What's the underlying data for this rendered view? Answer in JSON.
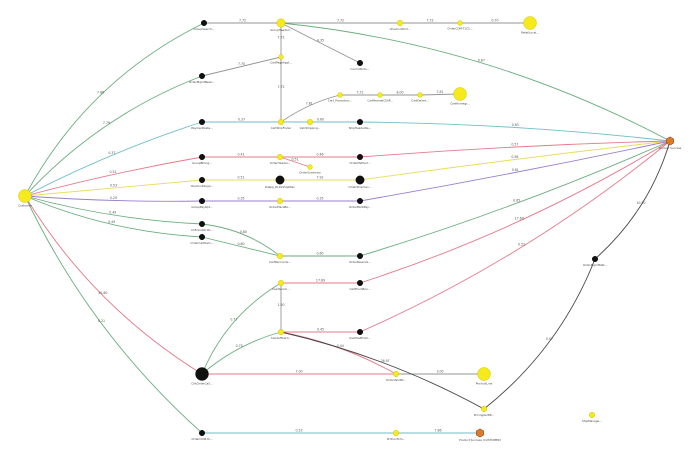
{
  "colors": {
    "green": "#5aa56f",
    "teal": "#62b7c4",
    "red": "#e26a7d",
    "yellow": "#e7d84a",
    "purple": "#8f6fc9",
    "gray": "#8a8a8a",
    "dark": "#333333",
    "node_yellow": "#f5ea1b",
    "node_black": "#111111",
    "node_orange": "#e07a2a"
  },
  "nodes": [
    {
      "id": "root",
      "label": "Customer",
      "shape": "circle",
      "fill": "yellow",
      "size": "large"
    },
    {
      "id": "g1",
      "label": "GroupSearch...",
      "shape": "circle",
      "fill": "black",
      "size": "small"
    },
    {
      "id": "g2",
      "label": "GroupHeader(..",
      "shape": "circle",
      "fill": "yellow",
      "size": "medium"
    },
    {
      "id": "g3",
      "label": "CheckoutOrd...",
      "shape": "circle",
      "fill": "yellow",
      "size": "small"
    },
    {
      "id": "g4",
      "label": "OrderCOM-T1CS...",
      "shape": "circle",
      "fill": "yellow",
      "size": "tiny"
    },
    {
      "id": "g5",
      "label": "RetailLocal...",
      "shape": "circle",
      "fill": "yellow",
      "size": "large"
    },
    {
      "id": "g6",
      "label": "CommitInfo...",
      "shape": "circle",
      "fill": "black",
      "size": "small"
    },
    {
      "id": "g7",
      "label": "OrderMgmtNewc...",
      "shape": "circle",
      "fill": "black",
      "size": "small"
    },
    {
      "id": "g8",
      "label": "CartPageAppl...",
      "shape": "circle",
      "fill": "yellow",
      "size": "tiny"
    },
    {
      "id": "g9",
      "label": "CartShipFinder",
      "shape": "circle",
      "fill": "yellow",
      "size": "small"
    },
    {
      "id": "g10",
      "label": "Cart_Promotion...",
      "shape": "circle",
      "fill": "yellow",
      "size": "tiny"
    },
    {
      "id": "g11",
      "label": "CartReviewCSSP...",
      "shape": "circle",
      "fill": "yellow",
      "size": "tiny"
    },
    {
      "id": "g12",
      "label": "CartDelive...",
      "shape": "circle",
      "fill": "yellow",
      "size": "tiny"
    },
    {
      "id": "g13",
      "label": "CartHomegr...",
      "shape": "circle",
      "fill": "yellow",
      "size": "large"
    },
    {
      "id": "g14",
      "label": "PaymentGate...",
      "shape": "circle",
      "fill": "black",
      "size": "small"
    },
    {
      "id": "g15",
      "label": "CalcShipping...",
      "shape": "circle",
      "fill": "yellow",
      "size": "small"
    },
    {
      "id": "g16",
      "label": "ShipHeaderRe...",
      "shape": "circle",
      "fill": "black",
      "size": "small"
    },
    {
      "id": "r1",
      "label": "GroupBilling...",
      "shape": "circle",
      "fill": "black",
      "size": "small"
    },
    {
      "id": "r2",
      "label": "OrderHeader...",
      "shape": "circle",
      "fill": "yellow",
      "size": "small"
    },
    {
      "id": "r3",
      "label": "OrderMethod...",
      "shape": "circle",
      "fill": "black",
      "size": "small"
    },
    {
      "id": "r4",
      "label": "OrderSummary",
      "shape": "circle",
      "fill": "yellow",
      "size": "tiny"
    },
    {
      "id": "y1",
      "label": "CheckoutSupp...",
      "shape": "circle",
      "fill": "black",
      "size": "small"
    },
    {
      "id": "y2",
      "label": "Rdapp_RL01ShipMain",
      "shape": "circle",
      "fill": "black",
      "size": "medium"
    },
    {
      "id": "y3",
      "label": "OrderShipmen...",
      "shape": "circle",
      "fill": "black",
      "size": "medium"
    },
    {
      "id": "p1",
      "label": "GroupPayOpt...",
      "shape": "circle",
      "fill": "black",
      "size": "small"
    },
    {
      "id": "p2",
      "label": "OrderPlaceBo...",
      "shape": "circle",
      "fill": "yellow",
      "size": "small"
    },
    {
      "id": "p3",
      "label": "OrderMultiPay...",
      "shape": "circle",
      "fill": "black",
      "size": "small"
    },
    {
      "id": "t1",
      "label": "ChFraudCh1D...",
      "shape": "circle",
      "fill": "black",
      "size": "small"
    },
    {
      "id": "t2",
      "label": "OrderCartItem...",
      "shape": "circle",
      "fill": "black",
      "size": "small"
    },
    {
      "id": "t3",
      "label": "CartReconcile...",
      "shape": "circle",
      "fill": "yellow",
      "size": "small"
    },
    {
      "id": "t4",
      "label": "OrderReserve...",
      "shape": "circle",
      "fill": "black",
      "size": "small"
    },
    {
      "id": "m1",
      "label": "CalcRecalc...",
      "shape": "circle",
      "fill": "yellow",
      "size": "small"
    },
    {
      "id": "m2",
      "label": "CartPromBoo...",
      "shape": "circle",
      "fill": "black",
      "size": "small"
    },
    {
      "id": "m3",
      "label": "CalcGiftCard...",
      "shape": "circle",
      "fill": "yellow",
      "size": "small"
    },
    {
      "id": "m4",
      "label": "CalcPostProm...",
      "shape": "circle",
      "fill": "black",
      "size": "small"
    },
    {
      "id": "m5",
      "label": "OrderMgmtStat...",
      "shape": "circle",
      "fill": "black",
      "size": "small"
    },
    {
      "id": "m6",
      "label": "ChkOrderCaS...",
      "shape": "circle",
      "fill": "black",
      "size": "large"
    },
    {
      "id": "m7",
      "label": "ProductLine",
      "shape": "circle",
      "fill": "yellow",
      "size": "large"
    },
    {
      "id": "m8",
      "label": "OrderValidSt...",
      "shape": "circle",
      "fill": "yellow",
      "size": "small"
    },
    {
      "id": "m9",
      "label": "PricingSerPR...",
      "shape": "circle",
      "fill": "yellow",
      "size": "small"
    },
    {
      "id": "m10",
      "label": "OrderCOM-Ui...",
      "shape": "circle",
      "fill": "black",
      "size": "small"
    },
    {
      "id": "m11",
      "label": "PrdConfirm...",
      "shape": "circle",
      "fill": "yellow",
      "size": "small"
    },
    {
      "id": "iso",
      "label": "ShipManage...",
      "shape": "circle",
      "fill": "yellow",
      "size": "small"
    },
    {
      "id": "end1",
      "label": "Product Success",
      "shape": "hexagon",
      "fill": "orange",
      "size": "medium"
    },
    {
      "id": "end2",
      "label": "Product Success (CUSTOMER)",
      "shape": "hexagon",
      "fill": "orange",
      "size": "medium"
    }
  ],
  "edges": [
    {
      "from": "root",
      "to": "g1",
      "label": "7.86",
      "color": "green"
    },
    {
      "from": "g1",
      "to": "g2",
      "label": "7.72",
      "color": "gray"
    },
    {
      "from": "g2",
      "to": "g3",
      "label": "7.72",
      "color": "gray"
    },
    {
      "from": "g3",
      "to": "g4",
      "label": "7.72",
      "color": "gray"
    },
    {
      "from": "g4",
      "to": "g5",
      "label": "0.70",
      "color": "gray"
    },
    {
      "from": "g2",
      "to": "g8",
      "label": "7.72",
      "color": "gray"
    },
    {
      "from": "g2",
      "to": "g6",
      "label": "4.35",
      "color": "gray"
    },
    {
      "from": "g2",
      "to": "end1",
      "label": "0.87",
      "color": "green"
    },
    {
      "from": "root",
      "to": "g7",
      "label": "7.79",
      "color": "green"
    },
    {
      "from": "g7",
      "to": "g8",
      "label": "7.70",
      "color": "gray"
    },
    {
      "from": "g8",
      "to": "g9",
      "label": "7.72",
      "color": "gray"
    },
    {
      "from": "g9",
      "to": "g10",
      "label": "7.81",
      "color": "gray"
    },
    {
      "from": "g10",
      "to": "g11",
      "label": "7.72",
      "color": "gray"
    },
    {
      "from": "g11",
      "to": "g12",
      "label": "8.00",
      "color": "gray"
    },
    {
      "from": "g12",
      "to": "g13",
      "label": "7.81",
      "color": "gray"
    },
    {
      "from": "root",
      "to": "g14",
      "label": "0.37",
      "color": "teal"
    },
    {
      "from": "g14",
      "to": "g9",
      "label": "0.37",
      "color": "teal"
    },
    {
      "from": "g9",
      "to": "g16",
      "label": "0.60",
      "color": "teal"
    },
    {
      "from": "g16",
      "to": "end1",
      "label": "0.83",
      "color": "teal"
    },
    {
      "from": "root",
      "to": "r1",
      "label": "0.51",
      "color": "red"
    },
    {
      "from": "r1",
      "to": "r2",
      "label": "0.41",
      "color": "red"
    },
    {
      "from": "r2",
      "to": "r4",
      "label": "0.51",
      "color": "red"
    },
    {
      "from": "r2",
      "to": "r3",
      "label": "0.46",
      "color": "red"
    },
    {
      "from": "r3",
      "to": "end1",
      "label": "0.57",
      "color": "red"
    },
    {
      "from": "root",
      "to": "y1",
      "label": "0.53",
      "color": "yellow"
    },
    {
      "from": "y1",
      "to": "y2",
      "label": "0.51",
      "color": "yellow"
    },
    {
      "from": "y2",
      "to": "y3",
      "label": "7.92",
      "color": "yellow"
    },
    {
      "from": "y3",
      "to": "end1",
      "label": "0.58",
      "color": "yellow"
    },
    {
      "from": "root",
      "to": "p1",
      "label": "0.29",
      "color": "purple"
    },
    {
      "from": "p1",
      "to": "p2",
      "label": "0.35",
      "color": "purple"
    },
    {
      "from": "p2",
      "to": "p3",
      "label": "0.35",
      "color": "purple"
    },
    {
      "from": "p3",
      "to": "end1",
      "label": "0.61",
      "color": "purple"
    },
    {
      "from": "root",
      "to": "t1",
      "label": "0.49",
      "color": "green"
    },
    {
      "from": "t1",
      "to": "t3",
      "label": "0.80",
      "color": "green"
    },
    {
      "from": "root",
      "to": "t2",
      "label": "0.49",
      "color": "green"
    },
    {
      "from": "t2",
      "to": "t3",
      "label": "0.80",
      "color": "green"
    },
    {
      "from": "t3",
      "to": "t4",
      "label": "0.60",
      "color": "green"
    },
    {
      "from": "t4",
      "to": "end1",
      "label": "0.65",
      "color": "green"
    },
    {
      "from": "root",
      "to": "m6",
      "label": "40.80",
      "color": "red"
    },
    {
      "from": "m6",
      "to": "m1",
      "label": "0.77",
      "color": "green"
    },
    {
      "from": "m1",
      "to": "m2",
      "label": "17.69",
      "color": "red"
    },
    {
      "from": "m2",
      "to": "end1",
      "label": "17.69",
      "color": "red"
    },
    {
      "from": "m1",
      "to": "m3",
      "label": "1.50",
      "color": "gray"
    },
    {
      "from": "m6",
      "to": "m3",
      "label": "0.75",
      "color": "green"
    },
    {
      "from": "m3",
      "to": "m4",
      "label": "0.45",
      "color": "red"
    },
    {
      "from": "m4",
      "to": "end1",
      "label": "0.52",
      "color": "red"
    },
    {
      "from": "m3",
      "to": "m8",
      "label": "0.44",
      "color": "red"
    },
    {
      "from": "m6",
      "to": "m8",
      "label": "7.00",
      "color": "red"
    },
    {
      "from": "m8",
      "to": "m7",
      "label": "3.00",
      "color": "gray"
    },
    {
      "from": "m3",
      "to": "m9",
      "label": "26.97",
      "color": "dark"
    },
    {
      "from": "m9",
      "to": "m5",
      "label": "0.07",
      "color": "dark"
    },
    {
      "from": "m5",
      "to": "end1",
      "label": "10.50",
      "color": "dark"
    },
    {
      "from": "root",
      "to": "m10",
      "label": "0.21",
      "color": "green"
    },
    {
      "from": "m10",
      "to": "m11",
      "label": "0.53",
      "color": "teal"
    },
    {
      "from": "m11",
      "to": "end2",
      "label": "7.86",
      "color": "teal"
    }
  ]
}
